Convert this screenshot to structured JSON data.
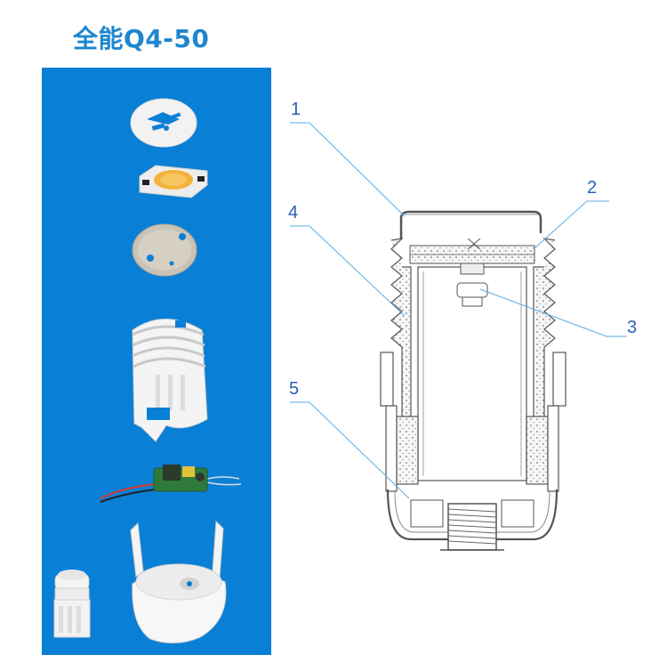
{
  "title": "全能Q4-50",
  "colors": {
    "title": "#1e86cf",
    "panel": "#0a7fd6",
    "leader": "#5aaee6",
    "callout": "#2a5fb0"
  },
  "parts": [
    {
      "name": "insulating-gasket"
    },
    {
      "name": "led-cob-chip"
    },
    {
      "name": "aluminum-plate"
    },
    {
      "name": "threaded-housing"
    },
    {
      "name": "driver-board"
    },
    {
      "name": "base-cap"
    },
    {
      "name": "assembled-holder"
    }
  ],
  "callouts": [
    {
      "label": "1"
    },
    {
      "label": "2"
    },
    {
      "label": "3"
    },
    {
      "label": "4"
    },
    {
      "label": "5"
    }
  ]
}
